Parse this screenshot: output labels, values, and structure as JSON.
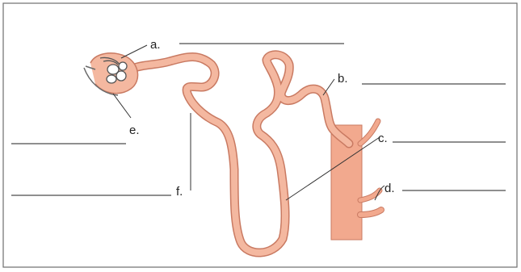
{
  "labels": {
    "a": "a.",
    "b": "b.",
    "c": "c.",
    "d": "d.",
    "e": "e.",
    "f": "f."
  },
  "colors": {
    "tubule_fill": "#f4b8a0",
    "tubule_outline": "#c97a62",
    "vessel": "#f2a98e",
    "answer_line": "#8f8f8f",
    "frame": "#6f6f6f",
    "leader": "#333333"
  }
}
